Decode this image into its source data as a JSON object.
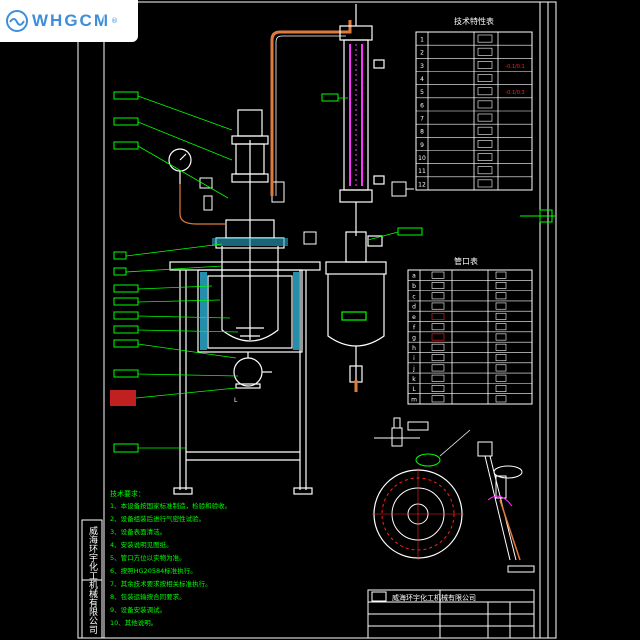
{
  "brand": {
    "name": "WHGCM",
    "registered": "®"
  },
  "colors": {
    "background": "#000000",
    "frame": "#ffffff",
    "equipment": "#ffffff",
    "leader": "#00ff00",
    "label_box": "#00ff00",
    "pipe": "#e07a3a",
    "condenser_core": "#ff33ff",
    "jacket": "#2aa8c8",
    "warning": "#ff2020",
    "notes_text": "#00ff00",
    "logo_blue": "#3f8ed8"
  },
  "parts_table": {
    "title": "技术特性表",
    "rows": [
      {
        "no": "1",
        "v": ""
      },
      {
        "no": "2",
        "v": ""
      },
      {
        "no": "3",
        "v": "-0.1/0.1"
      },
      {
        "no": "4",
        "v": ""
      },
      {
        "no": "5",
        "v": "-0.1/0.3"
      },
      {
        "no": "6",
        "v": ""
      },
      {
        "no": "7",
        "v": ""
      },
      {
        "no": "8",
        "v": ""
      },
      {
        "no": "9",
        "v": ""
      },
      {
        "no": "10",
        "v": ""
      },
      {
        "no": "11",
        "v": ""
      },
      {
        "no": "12",
        "v": ""
      }
    ]
  },
  "nozzle_table": {
    "title": "管口表",
    "rows": [
      {
        "no": "a"
      },
      {
        "no": "b"
      },
      {
        "no": "c"
      },
      {
        "no": "d"
      },
      {
        "no": "e"
      },
      {
        "no": "f"
      },
      {
        "no": "g"
      },
      {
        "no": "h"
      },
      {
        "no": "i"
      },
      {
        "no": "j"
      },
      {
        "no": "k"
      },
      {
        "no": "L"
      },
      {
        "no": "m"
      }
    ]
  },
  "notes": {
    "heading": "技术要求：",
    "lines": [
      "1、本设备按国家标准制造，检验和验收。",
      "2、设备组装后进行气密性试验。",
      "3、设备表面清洁。",
      "4、安装说明见图纸。",
      "5、管口方位以实物为准。",
      "6、按照HG20584标准执行。",
      "7、其余技术要求按相关标准执行。",
      "8、包装运输按合同要求。",
      "9、设备安装调试。",
      "10、其他说明。"
    ]
  },
  "title_block": {
    "company": "威海环宇化工机械有限公司"
  },
  "side_strip": "威海环宇化工机械有限公司",
  "markers": {
    "bottom_valve": "L"
  }
}
